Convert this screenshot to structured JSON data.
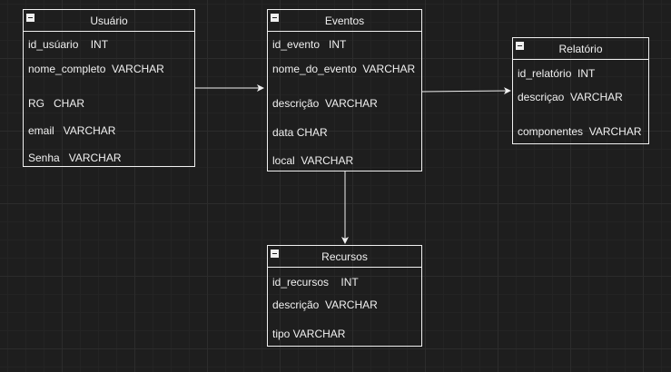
{
  "entities": {
    "usuario": {
      "title": "Usuário",
      "fields": [
        "id_usúario    INT",
        "nome_completo  VARCHAR",
        "RG   CHAR",
        "email   VARCHAR",
        "Senha   VARCHAR"
      ]
    },
    "eventos": {
      "title": "Eventos",
      "fields": [
        "id_evento   INT",
        "nome_do_evento  VARCHAR",
        "descrição  VARCHAR",
        "data CHAR",
        "local  VARCHAR"
      ]
    },
    "relatorio": {
      "title": "Relatório",
      "fields": [
        "id_relatório  INT",
        "descriçao  VARCHAR",
        "componentes  VARCHAR"
      ]
    },
    "recursos": {
      "title": "Recursos",
      "fields": [
        "id_recursos    INT",
        "descrição  VARCHAR",
        "tipo VARCHAR"
      ]
    }
  },
  "colors": {
    "background": "#1e1e1e",
    "grid": "#2c2c2c",
    "stroke": "#f0f0f0"
  }
}
